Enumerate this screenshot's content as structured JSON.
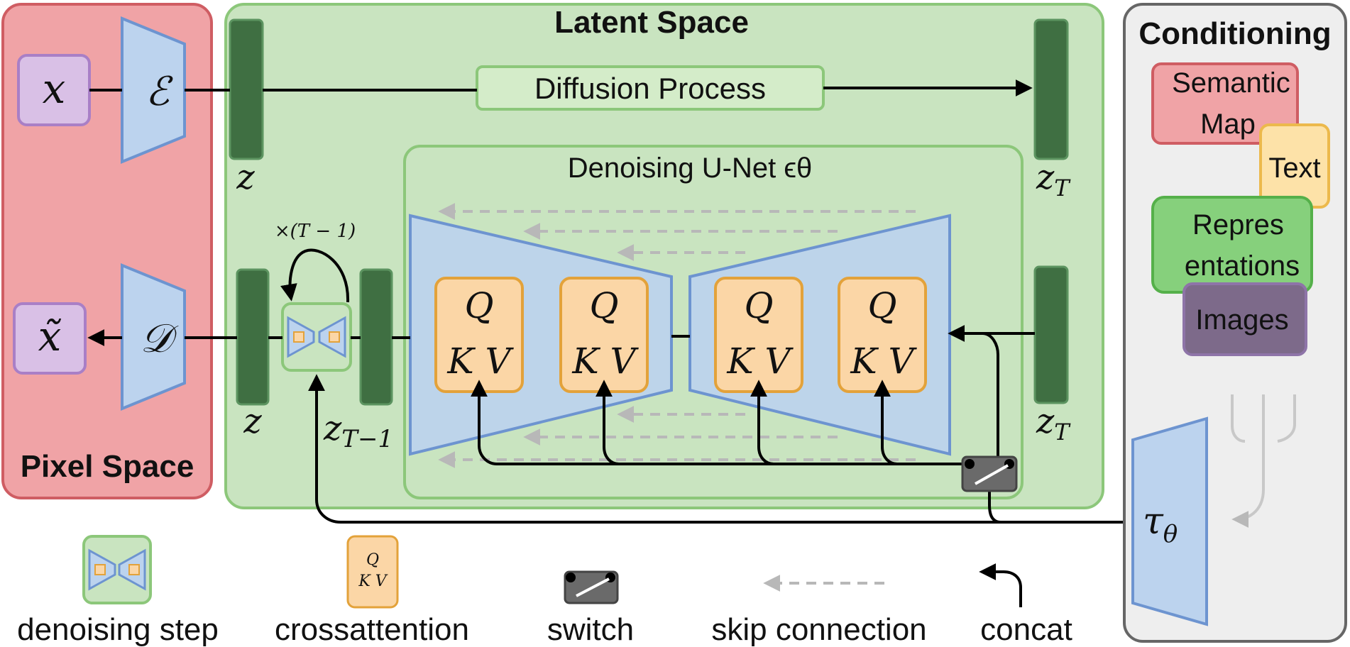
{
  "panels": {
    "pixel_space": "Pixel Space",
    "latent_space": "Latent Space",
    "conditioning": "Conditioning",
    "unet_title": "Denoising U-Net ϵθ",
    "diffusion_process": "Diffusion Process"
  },
  "math": {
    "x": "x",
    "x_tilde": "x̃",
    "encoder": "ℰ",
    "decoder": "𝒟",
    "z": "z",
    "zT": "zT",
    "zT1": "zT−1",
    "repeat": "×(T − 1)",
    "tau": "τθ",
    "q": "Q",
    "kv": "K V"
  },
  "conditioning_items": {
    "semantic_map": "Semantic Map",
    "text": "Text",
    "representations": "Representations",
    "images": "Images"
  },
  "legend": {
    "denoising_step": "denoising step",
    "crossattention": "crossattention",
    "switch": "switch",
    "skip_connection": "skip connection",
    "concat": "concat"
  },
  "colors": {
    "pixel_bg": "#f0a3a6",
    "latent_bg": "#c9e4c0",
    "cond_bg": "#eeeeee",
    "encoder_fill": "#bcd3ee",
    "encoder_stroke": "#6d94d0",
    "latent_bar": "#3f6f42",
    "qkv_fill": "#fbd6a6",
    "qkv_stroke": "#e3a23a",
    "x_fill": "#d9c0e6",
    "x_stroke": "#a97fc6"
  }
}
